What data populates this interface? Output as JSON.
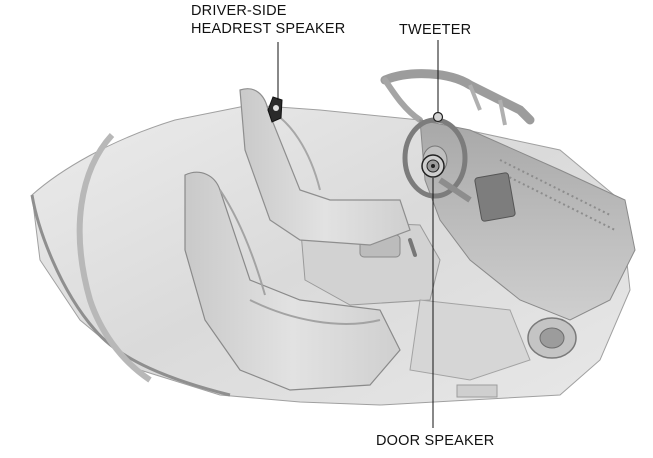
{
  "labels": {
    "driver_headrest_line1": "DRIVER-SIDE",
    "driver_headrest_line2": "HEADREST SPEAKER",
    "tweeter": "TWEETER",
    "door_speaker": "DOOR SPEAKER"
  },
  "colors": {
    "line": "#111111",
    "car_fill": "#dcdcdc",
    "car_dark": "#9a9a9a",
    "car_shadow": "#bdbdbd"
  }
}
